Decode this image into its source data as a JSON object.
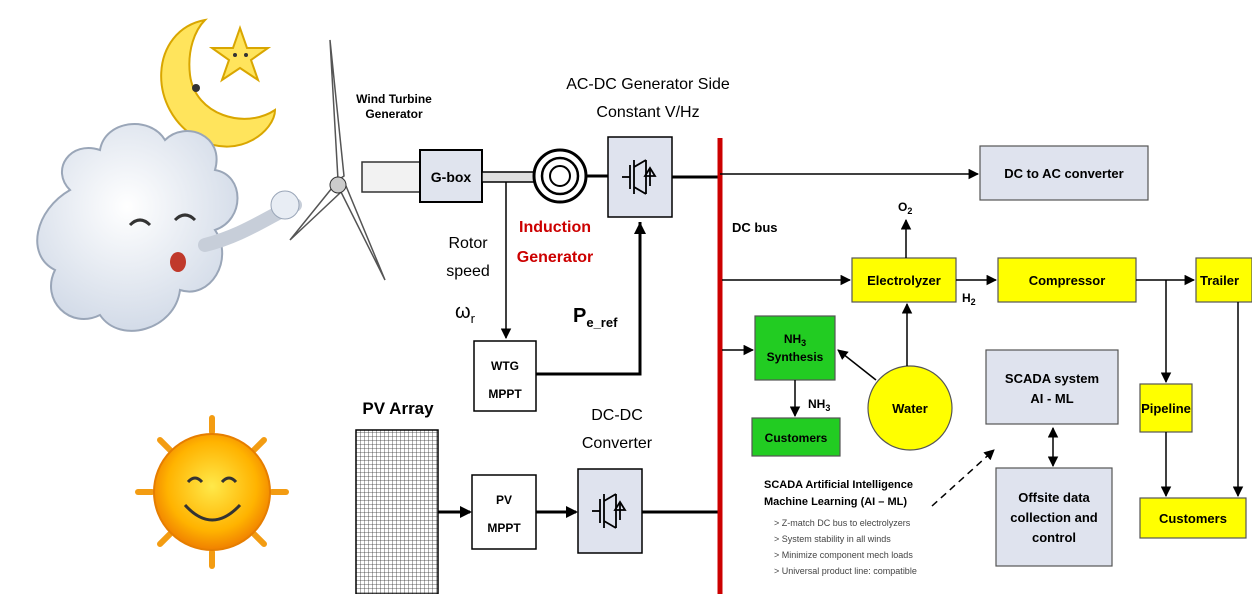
{
  "wind": {
    "turbine_label_1": "Wind Turbine",
    "turbine_label_2": "Generator",
    "gbox": "G-box",
    "acdc_title_1": "AC-DC Generator Side",
    "acdc_title_2": "Constant V/Hz",
    "induction_1": "Induction",
    "induction_2": "Generator",
    "rotor_1": "Rotor",
    "rotor_2": "speed",
    "omega": "ω",
    "omega_sub": "r",
    "pref": "P",
    "pref_sub": "e_ref",
    "wtg_1": "WTG",
    "wtg_2": "MPPT"
  },
  "pv": {
    "array": "PV Array",
    "mppt_1": "PV",
    "mppt_2": "MPPT",
    "dcdc_1": "DC-DC",
    "dcdc_2": "Converter"
  },
  "bus": {
    "label": "DC bus",
    "color": "#cc0000"
  },
  "system": {
    "dc_ac": "DC to AC converter",
    "o2": "O",
    "o2_sub": "2",
    "electrolyzer": "Electrolyzer",
    "h2": "H",
    "h2_sub": "2",
    "compressor": "Compressor",
    "trailer": "Trailer",
    "nh3_1": "NH",
    "nh3_1_sub": "3",
    "nh3_2": "Synthesis",
    "nh3_out": "NH",
    "nh3_out_sub": "3",
    "customers_left": "Customers",
    "water": "Water",
    "scada_1": "SCADA system",
    "scada_2": "AI - ML",
    "offsite_1": "Offsite data",
    "offsite_2": "collection and",
    "offsite_3": "control",
    "pipeline": "Pipeline",
    "customers_right": "Customers",
    "scada_note_1": "SCADA  Artificial Intelligence",
    "scada_note_2": "Machine Learning (AI – ML)",
    "bullets": [
      "> Z-match DC bus to electrolyzers",
      "> System stability in all winds",
      "> Minimize component mech loads",
      "> Universal product line: compatible"
    ]
  },
  "colors": {
    "yellow": "#ffff00",
    "green": "#22cc22",
    "gray_box": "#dfe3ee",
    "induction_red": "#cc0000"
  }
}
